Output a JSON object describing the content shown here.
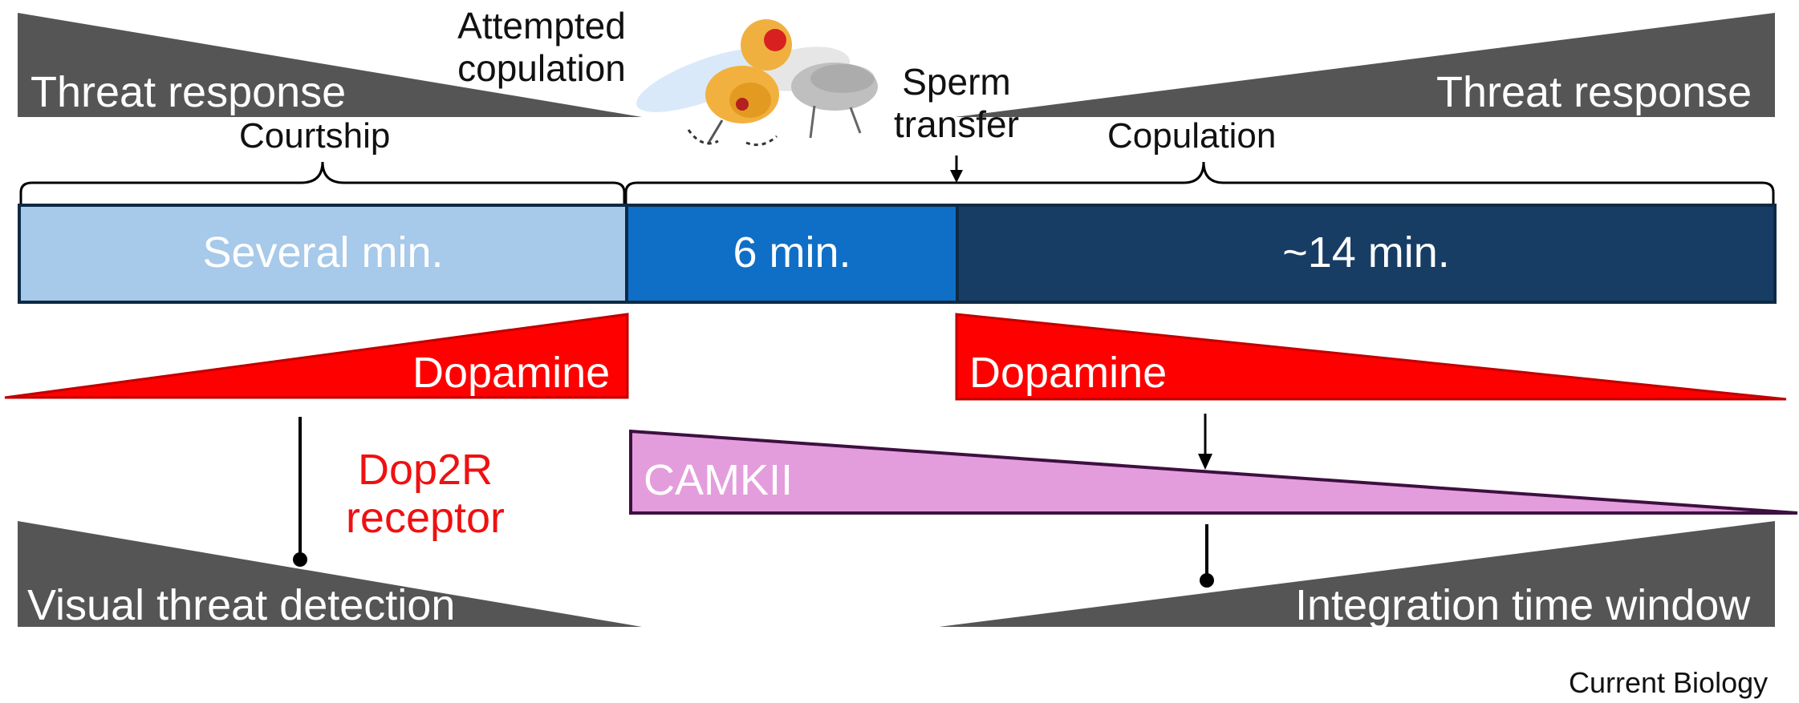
{
  "labels": {
    "threat_left": "Threat response",
    "threat_right": "Threat response",
    "attempted": "Attempted copulation",
    "attempted_line1": "Attempted",
    "attempted_line2": "copulation",
    "sperm_line1": "Sperm",
    "sperm_line2": "transfer",
    "courtship": "Courtship",
    "copulation": "Copulation",
    "seg1": "Several min.",
    "seg2": "6 min.",
    "seg3": "~14 min.",
    "dopamine_left": "Dopamine",
    "dopamine_right": "Dopamine",
    "dop2r_line1": "Dop2R",
    "dop2r_line2": "receptor",
    "camkii": "CAMKII",
    "visual_threat": "Visual threat detection",
    "integration": "Integration time window",
    "credit": "Current Biology"
  },
  "colors": {
    "gray_wedge": "#555555",
    "seg1": "#a7c9ea",
    "seg2": "#0f6fc6",
    "seg3": "#173d64",
    "bar_border": "#0e2a45",
    "dopamine": "#ff0000",
    "dopamine_border": "#c00000",
    "camkii_fill": "#e49ddc",
    "camkii_border": "#3d1040"
  },
  "icons": {
    "fly": "fly-pair-illustration"
  }
}
